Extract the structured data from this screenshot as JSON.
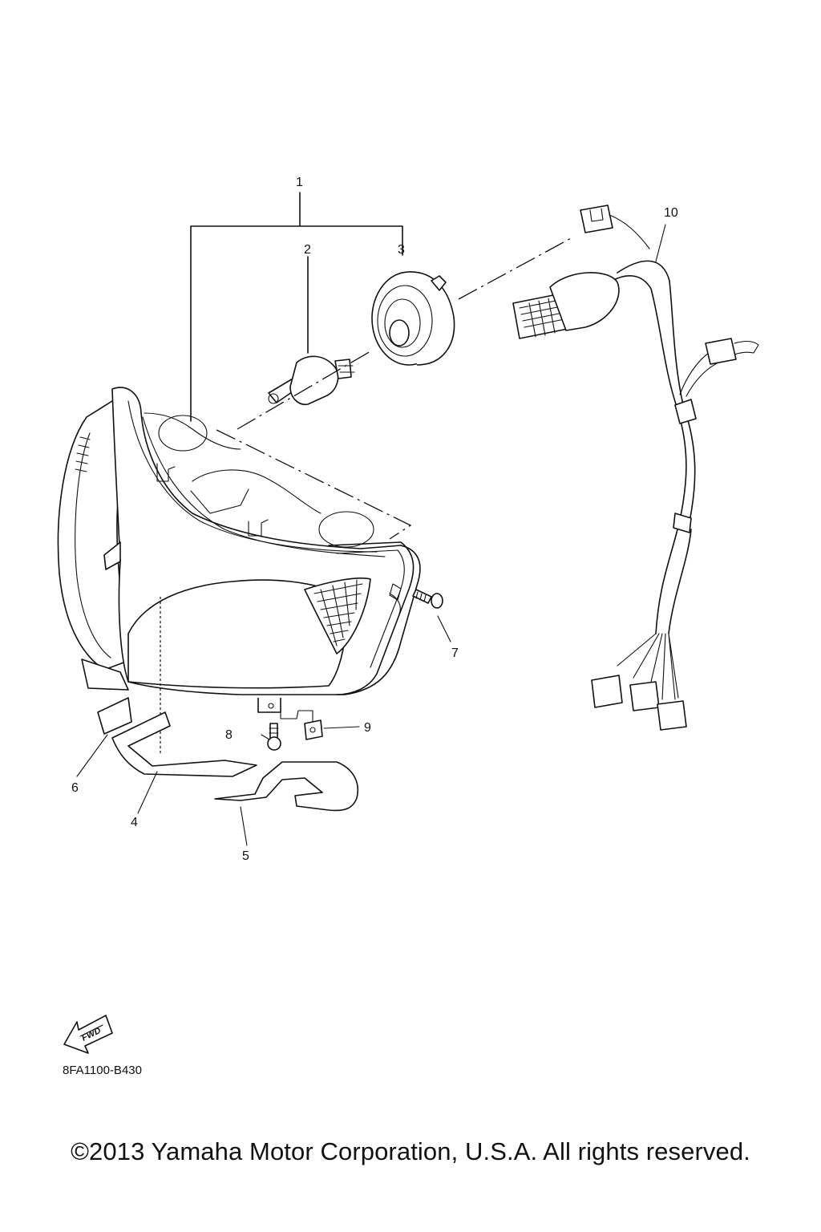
{
  "diagram": {
    "callouts": [
      "1",
      "2",
      "3",
      "4",
      "5",
      "6",
      "7",
      "8",
      "9",
      "10"
    ],
    "fwd_label": "FWD",
    "code": "8FA1100-B430"
  },
  "footer": {
    "copyright": "©2013 Yamaha Motor Corporation, U.S.A. All rights reserved."
  }
}
